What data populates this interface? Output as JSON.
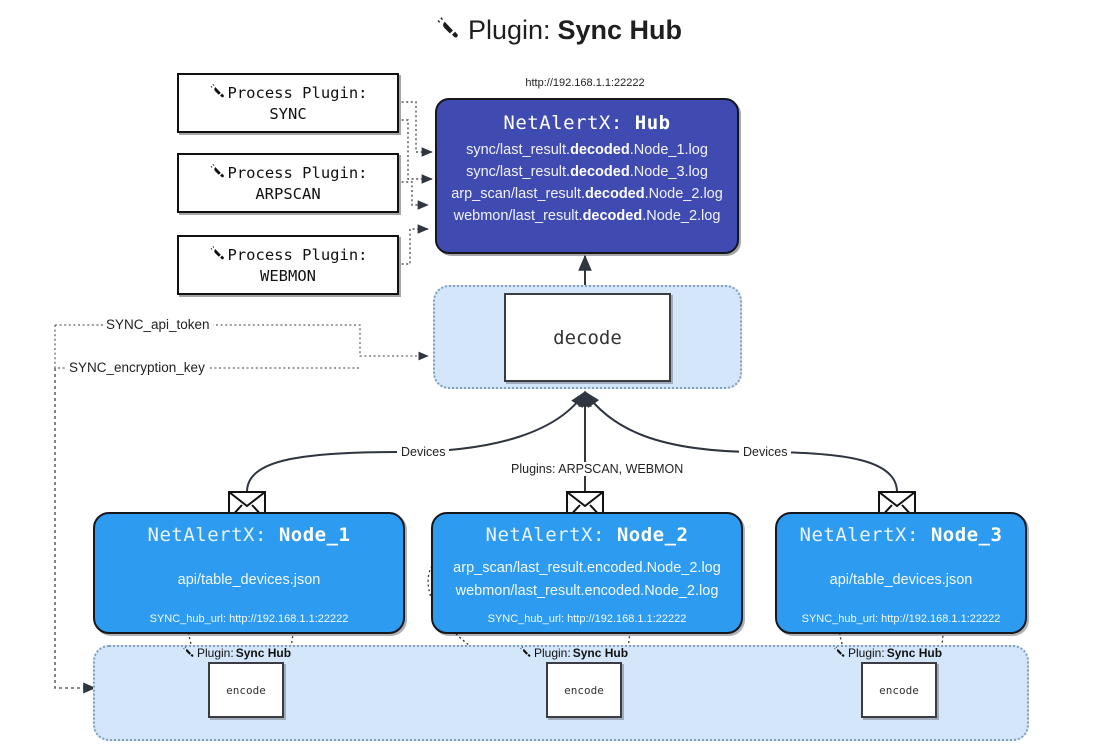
{
  "title": {
    "icon": "plug-icon",
    "prefix": "Plugin:",
    "name": "Sync Hub"
  },
  "hub": {
    "url": "http://192.168.1.1:22222",
    "title_prefix": "NetAlertX:",
    "title_name": "Hub",
    "lines": [
      {
        "pre": "sync/last_result.",
        "strong": "decoded",
        "post": ".Node_1.log"
      },
      {
        "pre": "sync/last_result.",
        "strong": "decoded",
        "post": ".Node_3.log"
      },
      {
        "pre": "arp_scan/last_result.",
        "strong": "decoded",
        "post": ".Node_2.log"
      },
      {
        "pre": "webmon/last_result.",
        "strong": "decoded",
        "post": ".Node_2.log"
      }
    ]
  },
  "process_plugins": [
    {
      "icon": "plug-icon",
      "label": "Process Plugin:",
      "name": "SYNC"
    },
    {
      "icon": "plug-icon",
      "label": "Process Plugin:",
      "name": "ARPSCAN"
    },
    {
      "icon": "plug-icon",
      "label": "Process Plugin:",
      "name": "WEBMON"
    }
  ],
  "decode": {
    "label": "decode"
  },
  "tokens": {
    "api_token": "SYNC_api_token",
    "encryption_key": "SYNC_encryption_key"
  },
  "edge_labels": {
    "devices_left": "Devices",
    "devices_right": "Devices",
    "plugins_center": "Plugins: ARPSCAN, WEBMON"
  },
  "nodes": [
    {
      "icon": "envelope-icon",
      "title_prefix": "NetAlertX:",
      "title_name": "Node_1",
      "lines": [
        "api/table_devices.json"
      ],
      "footer": "SYNC_hub_url: http://192.168.1.1:22222",
      "plugin_caption_prefix": "Plugin:",
      "plugin_caption_name": "Sync Hub",
      "encode_label": "encode"
    },
    {
      "icon": "envelope-icon",
      "title_prefix": "NetAlertX:",
      "title_name": "Node_2",
      "lines": [
        "arp_scan/last_result.encoded.Node_2.log",
        "webmon/last_result.encoded.Node_2.log"
      ],
      "footer": "SYNC_hub_url: http://192.168.1.1:22222",
      "plugin_caption_prefix": "Plugin:",
      "plugin_caption_name": "Sync Hub",
      "encode_label": "encode"
    },
    {
      "icon": "envelope-icon",
      "title_prefix": "NetAlertX:",
      "title_name": "Node_3",
      "lines": [
        "api/table_devices.json"
      ],
      "footer": "SYNC_hub_url: http://192.168.1.1:22222",
      "plugin_caption_prefix": "Plugin:",
      "plugin_caption_name": "Sync Hub",
      "encode_label": "encode"
    }
  ],
  "colors": {
    "hub_fill": "#404bb2",
    "node_fill": "#2d9bf0",
    "container_fill": "#d3e6fa",
    "container_border": "#7f9fbd",
    "stroke": "#16161d",
    "background": "#ffffff"
  }
}
